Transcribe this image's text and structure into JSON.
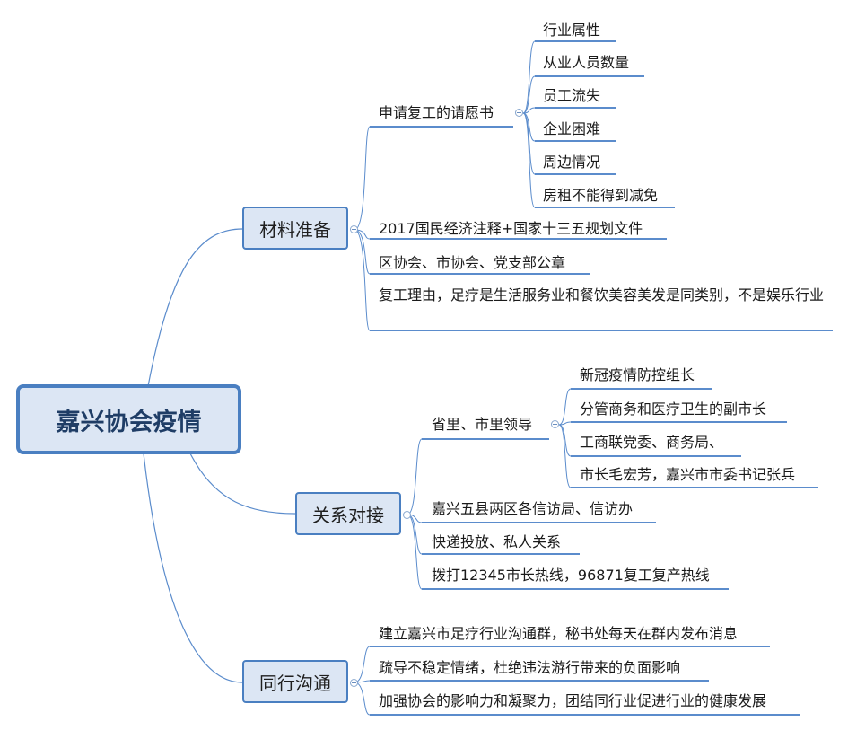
{
  "root": {
    "label": "嘉兴协会疫情"
  },
  "branches": [
    {
      "label": "材料准备",
      "children": [
        {
          "label": "申请复工的请愿书",
          "children": [
            "行业属性",
            "从业人员数量",
            "员工流失",
            "企业困难",
            "周边情况",
            "房租不能得到减免"
          ]
        },
        {
          "label": "2017国民经济注释+国家十三五规划文件"
        },
        {
          "label": "区协会、市协会、党支部公章"
        },
        {
          "label": "复工理由，足疗是生活服务业和餐饮美容美发是同类别，不是娱乐行业"
        }
      ]
    },
    {
      "label": "关系对接",
      "children": [
        {
          "label": "省里、市里领导",
          "children": [
            "新冠疫情防控组长",
            "分管商务和医疗卫生的副市长",
            "工商联党委、商务局、",
            "市长毛宏芳，嘉兴市市委书记张兵"
          ]
        },
        {
          "label": "嘉兴五县两区各信访局、信访办"
        },
        {
          "label": "快递投放、私人关系"
        },
        {
          "label": "拨打12345市长热线，96871复工复产热线"
        }
      ]
    },
    {
      "label": "同行沟通",
      "children": [
        {
          "label": "建立嘉兴市足疗行业沟通群，秘书处每天在群内发布消息"
        },
        {
          "label": "疏导不稳定情绪，杜绝违法游行带来的负面影响"
        },
        {
          "label": "加强协会的影响力和凝聚力，团结同行业促进行业的健康发展"
        }
      ]
    }
  ],
  "colors": {
    "line": "#5b8ccc",
    "node_fill": "#dce6f4",
    "node_border": "#4a7fc1"
  }
}
